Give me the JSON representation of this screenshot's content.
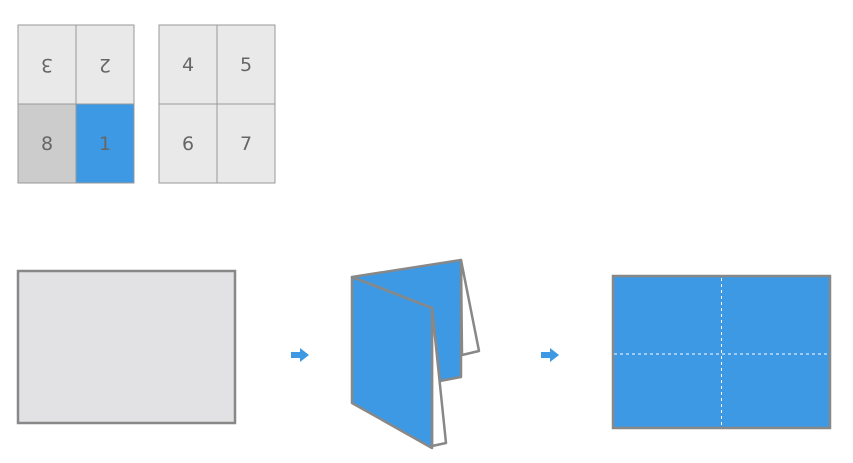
{
  "colors": {
    "accent": "#3d99e3",
    "paper": "#e9e9e9",
    "paper_dark": "#cccccc",
    "outline": "#888888"
  },
  "sheet_front": {
    "cells": [
      "3",
      "2",
      "8",
      "1"
    ],
    "upside_down": [
      true,
      true,
      false,
      false
    ]
  },
  "sheet_back": {
    "cells": [
      "4",
      "5",
      "6",
      "7"
    ]
  },
  "steps": [
    "flat-sheet",
    "folded-booklet",
    "unfolded-sheet"
  ],
  "icons": [
    "arrow-right-icon",
    "arrow-right-icon"
  ]
}
